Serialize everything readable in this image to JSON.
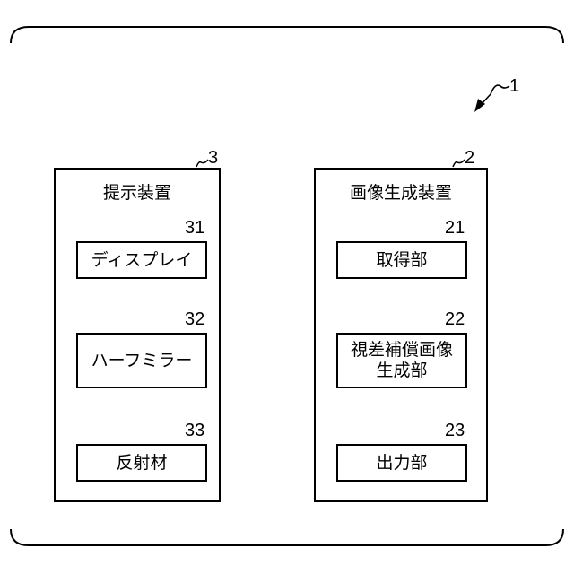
{
  "system_ref": "1",
  "presentation_device": {
    "ref": "3",
    "title": "提示装置",
    "components": [
      {
        "ref": "31",
        "label": "ディスプレイ"
      },
      {
        "ref": "32",
        "label": "ハーフミラー"
      },
      {
        "ref": "33",
        "label": "反射材"
      }
    ]
  },
  "image_generation_device": {
    "ref": "2",
    "title": "画像生成装置",
    "components": [
      {
        "ref": "21",
        "label": "取得部"
      },
      {
        "ref": "22",
        "label": "視差補償画像\n生成部"
      },
      {
        "ref": "23",
        "label": "出力部"
      }
    ]
  }
}
